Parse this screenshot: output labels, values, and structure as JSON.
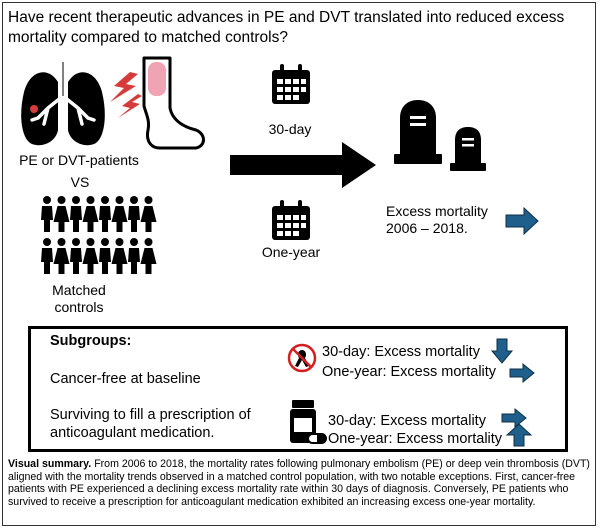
{
  "question": "Have recent therapeutic advances in PE and DVT translated into reduced excess mortality compared to matched controls?",
  "patients_label": "PE or DVT-patients",
  "vs_label": "VS",
  "controls_label_line1": "Matched",
  "controls_label_line2": "controls",
  "day30_label": "30-day",
  "oneyear_label": "One-year",
  "result_line1": "Excess mortality",
  "result_line2": "2006 – 2018.",
  "subgroups": {
    "title": "Subgroups:",
    "cancer_free": "Cancer-free at baseline",
    "surviving_line1": "Surviving to fill a prescription of",
    "surviving_line2": "anticoagulant medication.",
    "cf_30day": "30-day: Excess mortality",
    "cf_oneyear": "One-year: Excess mortality",
    "sv_30day": "30-day: Excess mortality",
    "sv_oneyear": "One-year: Excess mortality"
  },
  "summary": {
    "heading": "Visual summary.",
    "text": "From 2006 to 2018, the mortality rates following pulmonary embolism (PE) or deep vein thrombosis (DVT) aligned with the mortality trends observed in a matched control population, with two notable exceptions. First, cancer-free patients with PE experienced a declining excess mortality rate within 30 days of diagnosis. Conversely, PE patients who survived to receive a prescription for anticoagulant medication exhibited an increasing excess one-year mortality."
  },
  "icons": {
    "lungs": "lungs-icon",
    "lightning": "lightning-icon",
    "leg": "leg-icon",
    "calendar": "calendar-icon",
    "tombstone": "tombstone-icon",
    "people": "person-icon",
    "arrow": "arrow-icon",
    "no_cancer": "no-cancer-ribbon-icon",
    "pill_bottle": "pill-bottle-icon"
  },
  "colors": {
    "trend_arrow": "#1f5f8b",
    "clot": "#d63b3b",
    "leg_fill": "#f0a3b2",
    "no_sign": "#d42020"
  }
}
